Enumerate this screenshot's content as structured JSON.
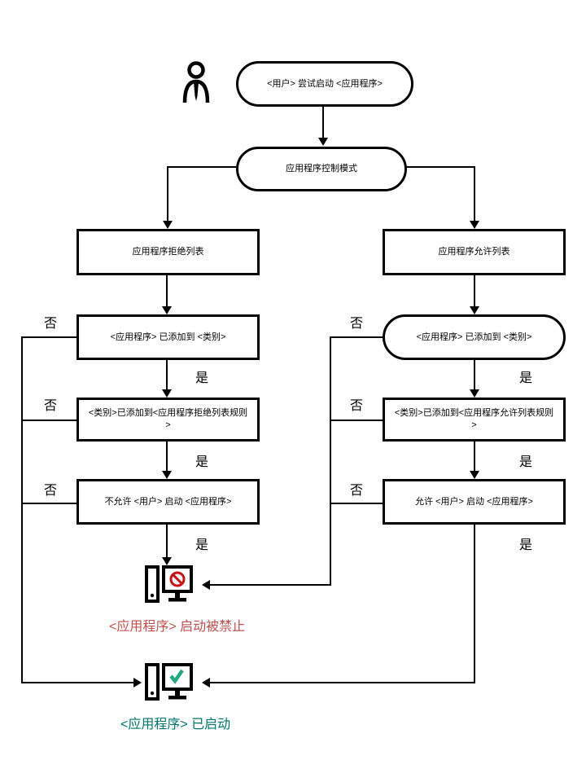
{
  "diagram": {
    "start_node": "<用户> 尝试启动 <应用程序>",
    "mode_node": "应用程序控制模式",
    "denylist": {
      "header": "应用程序拒绝列表",
      "check_category": "<应用程序> 已添加到 <类别>",
      "check_rule": "<类别>已添加到<应用程序拒绝列表规则>",
      "action": "不允许 <用户> 启动 <应用程序>"
    },
    "allowlist": {
      "header": "应用程序允许列表",
      "check_category": "<应用程序> 已添加到 <类别>",
      "check_rule": "<类别>已添加到<应用程序允许列表规则>",
      "action": "允许 <用户> 启动 <应用程序>"
    },
    "labels": {
      "yes": "是",
      "no": "否"
    },
    "outcome_blocked": "<应用程序> 启动被禁止",
    "outcome_started": "<应用程序> 已启动",
    "icons": {
      "user": "user-icon",
      "blocked_computer": "computer-blocked-icon",
      "started_computer": "computer-started-icon"
    },
    "colors": {
      "blocked_text": "#C0504D",
      "started_text": "#00756B",
      "prohibit_sign": "#CC1111",
      "check_sign": "#23A884",
      "stroke": "#000000"
    }
  }
}
